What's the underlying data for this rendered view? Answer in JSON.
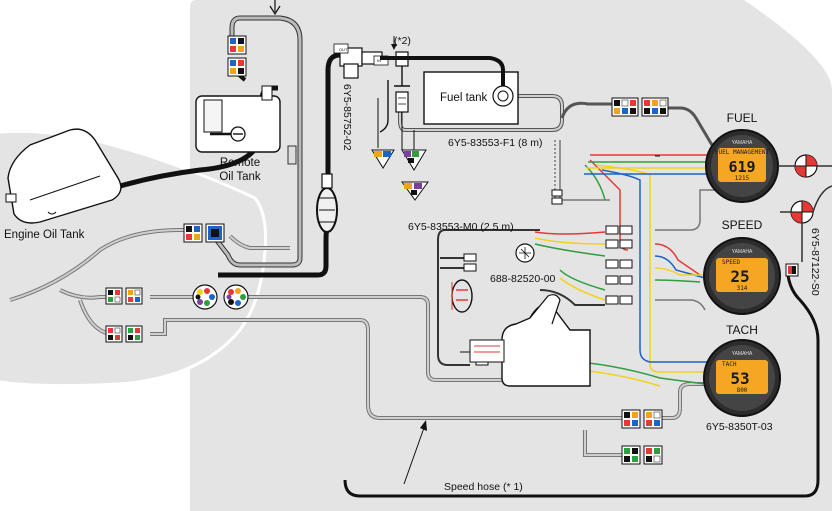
{
  "labels": {
    "engine_oil_tank": "Engine Oil Tank",
    "remote_oil_tank_1": "Remote",
    "remote_oil_tank_2": "Oil Tank",
    "fuel_tank": "Fuel tank",
    "note_2": "(*2)",
    "fuel_filter_part": "6Y5-83553-F1 (8 m)",
    "harness_part": "6Y5-83553-M0 (2.5 m)",
    "vertical_part_1": "6Y5-85752-02",
    "vertical_part_2": "6Y5-87122-S0",
    "sensor_part": "688-82520-00",
    "tach_part": "6Y5-8350T-03",
    "speed_hose": "Speed hose (* 1)",
    "valve_out": "OUT",
    "valve_in": "IN"
  },
  "gauges": {
    "fuel": {
      "title": "FUEL",
      "reading": "619",
      "sub": "1215",
      "mode": "FUEL MANAGEMENT",
      "brand": "YAMAHA"
    },
    "speed": {
      "title": "SPEED",
      "reading": "25",
      "sub": "314",
      "mode": "SPEED",
      "brand": "YAMAHA"
    },
    "tach": {
      "title": "TACH",
      "reading": "53",
      "sub": "800",
      "mode": "TACH",
      "brand": "YAMAHA"
    }
  },
  "colors": {
    "background_panel": "#e4e4e4",
    "wire_black": "#111111",
    "hose_gray": "#888888",
    "lcd_orange": "#f5a623",
    "wire_red": "#e53935",
    "wire_yellow": "#f2d21b",
    "wire_green": "#2e9e3e",
    "wire_blue": "#1e63c8"
  }
}
